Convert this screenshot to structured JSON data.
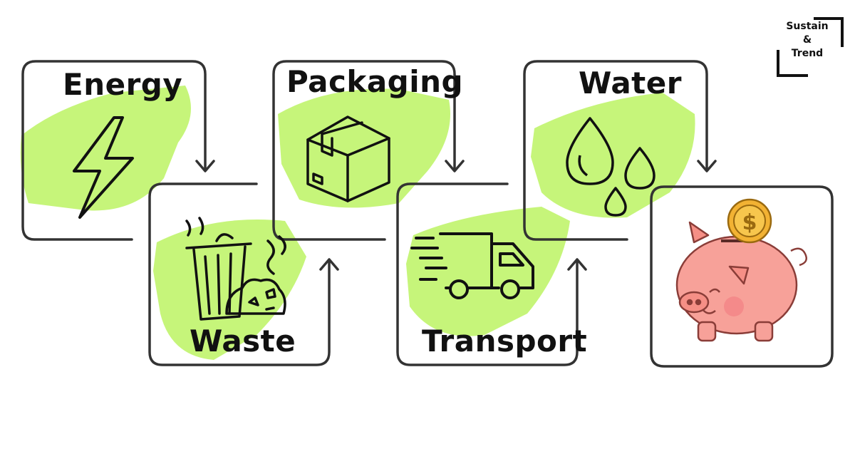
{
  "steps": {
    "energy": {
      "label": "Energy",
      "icon": "lightning-bolt-icon"
    },
    "waste": {
      "label": "Waste",
      "icon": "trash-can-icon"
    },
    "packaging": {
      "label": "Packaging",
      "icon": "cardboard-box-icon"
    },
    "transport": {
      "label": "Transport",
      "icon": "delivery-truck-icon"
    },
    "water": {
      "label": "Water",
      "icon": "water-drops-icon"
    },
    "savings": {
      "icon": "piggy-bank-icon"
    }
  },
  "brand": {
    "line1": "Sustain",
    "line2": "&",
    "line3": "Trend"
  },
  "colors": {
    "highlight": "#c6f57a",
    "outline": "#333333",
    "text": "#111111",
    "pig": "#f7a199",
    "coin": "#f2b233"
  }
}
